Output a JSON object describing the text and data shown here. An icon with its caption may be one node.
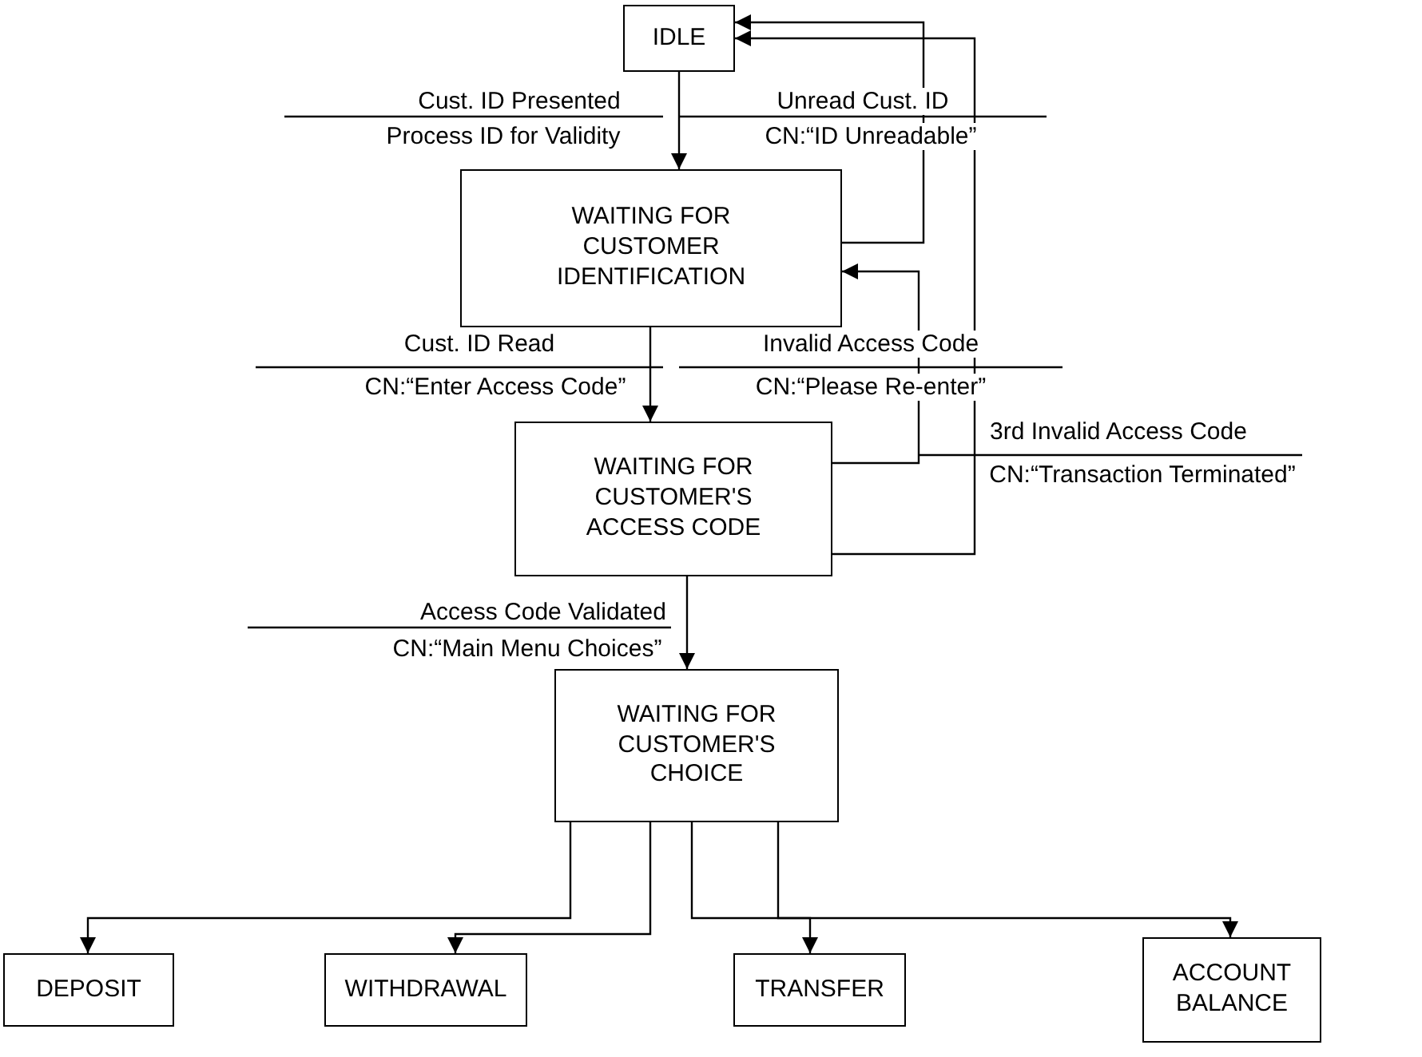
{
  "diagram": {
    "nodes": [
      {
        "text": [
          "IDLE"
        ]
      },
      {
        "text": [
          "WAITING FOR CUSTOMER IDENTIFICATION"
        ]
      },
      {
        "text": [
          "WAITING FOR CUSTOMER'S ACCESS CODE"
        ]
      },
      {
        "text": [
          "WAITING FOR CUSTOMER'S CHOICE"
        ]
      },
      {
        "text": [
          "DEPOSIT"
        ]
      },
      {
        "text": [
          "WITHDRAWAL"
        ]
      },
      {
        "text": [
          "TRANSFER"
        ]
      },
      {
        "text": [
          "ACCOUNT BALANCE"
        ]
      }
    ],
    "edges": [
      {
        "from": 0,
        "to": 1,
        "arrow": "to",
        "label": "Cust. ID Presented"
      },
      {
        "from": 1,
        "to": 0,
        "arrow": "to",
        "label": "Unread Cust. ID"
      },
      {
        "from": 1,
        "to": 2,
        "arrow": "to",
        "label": "Cust. ID Read"
      },
      {
        "from": 2,
        "to": 1,
        "arrow": "to",
        "label": "Invalid Access Code"
      },
      {
        "from": 2,
        "to": 0,
        "arrow": "to",
        "label": "3rd Invalid Access Code"
      },
      {
        "from": 2,
        "to": 3,
        "arrow": "to",
        "label": "Access Code Validated"
      },
      {
        "from": 3,
        "to": 4,
        "arrow": "to"
      },
      {
        "from": 3,
        "to": 5,
        "arrow": "to"
      },
      {
        "from": 3,
        "to": 6,
        "arrow": "to"
      },
      {
        "from": 3,
        "to": 7,
        "arrow": "to"
      }
    ],
    "labels": [
      "Process ID for Validity",
      "CN:“ID Unreadable”",
      "CN:“Enter Access Code”",
      "CN:“Please Re-enter”",
      "CN:“Transaction Terminated”",
      "CN:“Main Menu Choices”"
    ]
  }
}
